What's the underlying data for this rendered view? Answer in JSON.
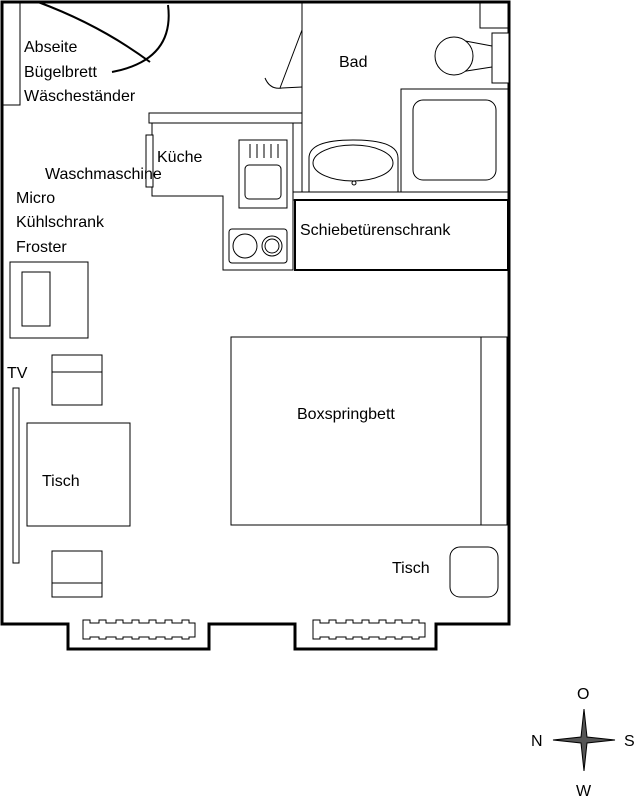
{
  "labels": {
    "abseite": "Abseite",
    "buegelbrett": "Bügelbrett",
    "waeschestaender": "Wäscheständer",
    "bad": "Bad",
    "kueche": "Küche",
    "waschmaschine": "Waschmaschine",
    "micro": "Micro",
    "kuehlschrank": "Kühlschrank",
    "froster": "Froster",
    "schrank": "Schiebetürenschrank",
    "tv": "TV",
    "bett": "Boxspringbett",
    "tisch1": "Tisch",
    "tisch2": "Tisch"
  },
  "compass": {
    "north": "N",
    "east": "O",
    "south": "S",
    "west": "W",
    "fill": "#555555"
  }
}
